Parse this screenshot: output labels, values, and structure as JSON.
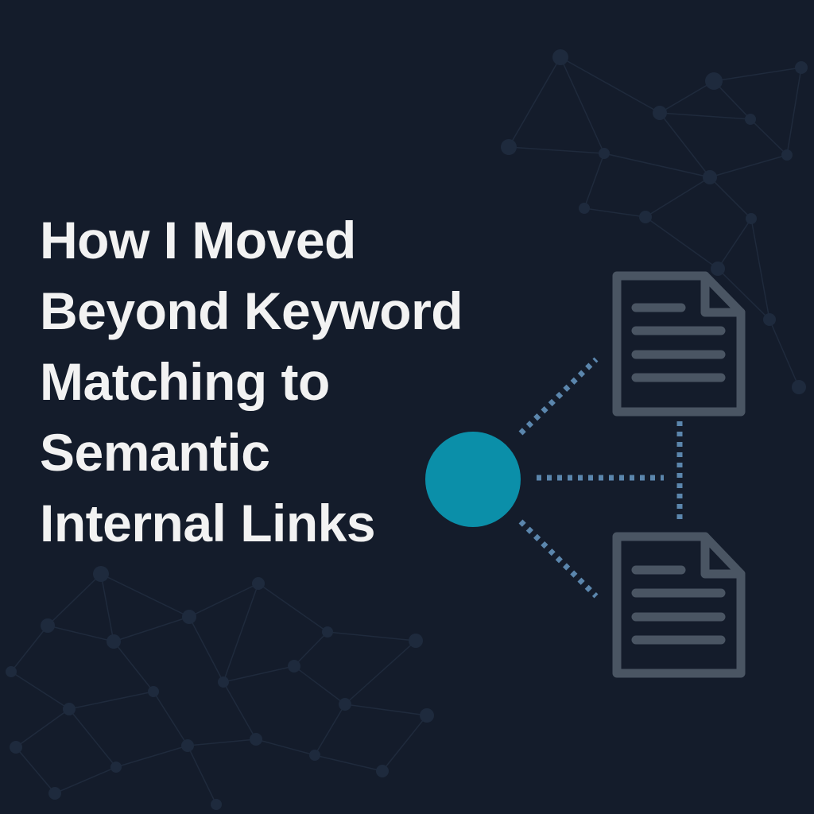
{
  "title": {
    "lines": [
      "How I Moved",
      "Beyond Keyword",
      "Matching to",
      "Semantic",
      "Internal Links"
    ]
  },
  "colors": {
    "background": "#141c2b",
    "title_text": "#f2f2f2",
    "hub_node": "#0b8fa9",
    "connector_dots": "#5b86ad",
    "document_stroke": "#4a5563",
    "network_lines": "#1f2a3c",
    "network_nodes": "#1e2a3d"
  },
  "illustration": {
    "hub": "teal-circle-node",
    "documents": [
      "document-icon-top",
      "document-icon-bottom"
    ],
    "connectors": [
      "dotted-line-to-top-doc",
      "dotted-line-to-center",
      "dotted-line-to-bottom-doc",
      "dotted-line-between-docs"
    ]
  }
}
